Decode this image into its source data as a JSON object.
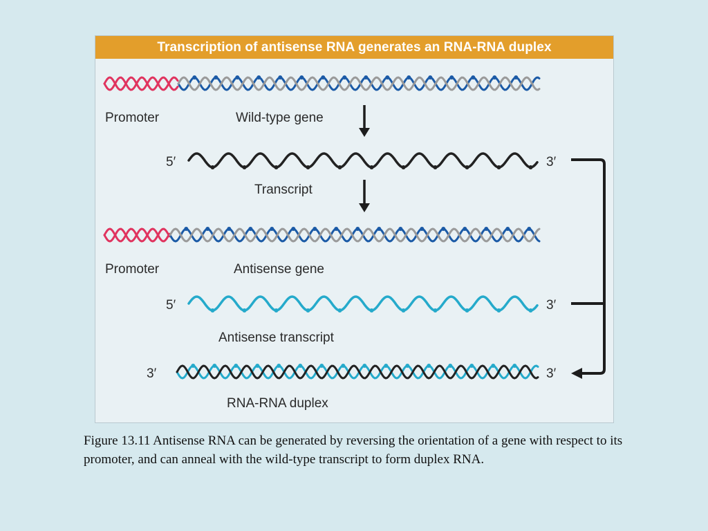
{
  "header": {
    "title": "Transcription of antisense RNA generates an RNA-RNA duplex"
  },
  "labels": {
    "promoter_1": "Promoter",
    "wild_type_gene": "Wild-type gene",
    "transcript_5": "5′",
    "transcript_3": "3′",
    "transcript": "Transcript",
    "promoter_2": "Promoter",
    "antisense_gene": "Antisense gene",
    "antisense_5": "5′",
    "antisense_3": "3′",
    "antisense_transcript": "Antisense transcript",
    "duplex_3_left": "3′",
    "duplex_3_right": "3′",
    "duplex": "RNA-RNA duplex"
  },
  "colors": {
    "header": "#e39e2b",
    "promoter": "#e0345f",
    "gene_dark": "#1b5aa6",
    "gene_light": "#9a9a9a",
    "transcript": "#222222",
    "antisense": "#25aacb"
  },
  "caption": "Figure 13.11  Antisense RNA can be generated by reversing the orientation of a gene with respect to its promoter, and can anneal with the wild-type transcript to form duplex RNA."
}
